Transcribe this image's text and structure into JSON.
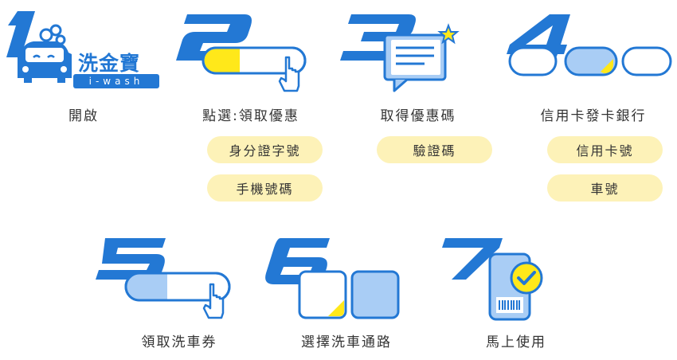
{
  "steps": [
    {
      "number": "1",
      "label": "開啟",
      "logo_text": "洗金寶",
      "logo_sub": "i-wash"
    },
    {
      "number": "2",
      "label": "點選:領取優惠",
      "chips": [
        "身分證字號",
        "手機號碼"
      ]
    },
    {
      "number": "3",
      "label": "取得優惠碼",
      "chips": [
        "驗證碼"
      ]
    },
    {
      "number": "4",
      "label": "信用卡發卡銀行",
      "chips": [
        "信用卡號",
        "車號"
      ]
    },
    {
      "number": "5",
      "label": "領取洗車券"
    },
    {
      "number": "6",
      "label": "選擇洗車通路"
    },
    {
      "number": "7",
      "label": "馬上使用"
    }
  ],
  "colors": {
    "primary": "#2378d4",
    "light": "#a9cdf5",
    "accent": "#ffe81a",
    "chip": "#fdf2b8"
  }
}
